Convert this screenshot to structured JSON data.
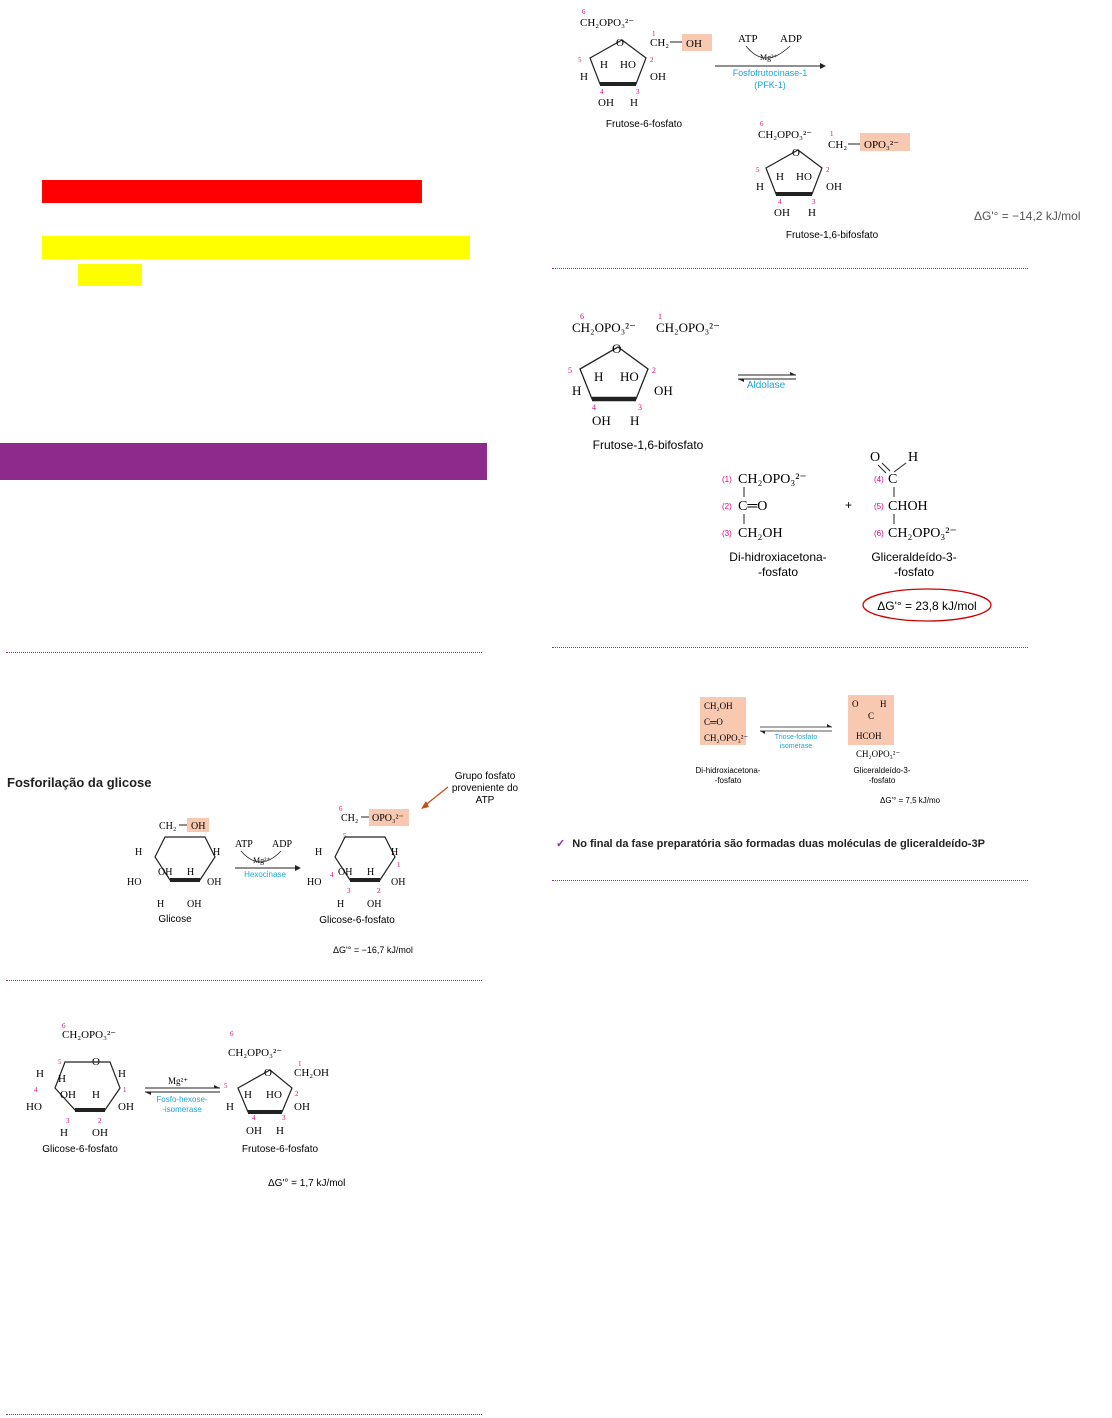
{
  "colors": {
    "red_highlight": "#ff0000",
    "yellow_highlight": "#ffff00",
    "purple_band": "#8e2a8c",
    "pink_box": "#f8c8b0",
    "magenta_num": "#e6007e",
    "cyan_enzyme": "#1aa6d8",
    "arrow_orange": "#c0501a",
    "ellipse_red": "#cc0000"
  },
  "left": {
    "fosforilacao_title": "Fosforilação da glicose",
    "annotation": [
      "Grupo fosfato",
      "proveniente do",
      "ATP"
    ],
    "reaction1": {
      "atp": "ATP",
      "adp": "ADP",
      "mg": "Mg²⁺",
      "enzyme": "Hexocinase",
      "substrate": "Glicose",
      "product": "Glicose-6-fosfato",
      "ch2": "CH₂",
      "oh_box": "OH",
      "opo3_box": "OPO₃²⁻",
      "h": "H",
      "oh": "OH",
      "ho": "HO",
      "o": "O",
      "dg": "ΔG'° = −16,7 kJ/mol"
    },
    "reaction2": {
      "substrate": "Glicose-6-fosfato",
      "product": "Frutose-6-fosfato",
      "mg": "Mg²⁺",
      "enzyme_line1": "Fosfo-hexose-",
      "enzyme_line2": "-isomerase",
      "ch2opo3": "CH₂OPO₃²⁻",
      "ch2oh": "CH₂OH",
      "dg": "ΔG'° = 1,7 kJ/mol"
    }
  },
  "right": {
    "reaction3": {
      "substrate": "Frutose-6-fosfato",
      "product": "Frutose-1,6-bifosfato",
      "atp": "ATP",
      "adp": "ADP",
      "mg": "Mg²⁺",
      "enzyme_line1": "Fosfofrutocinase-1",
      "enzyme_line2": "(PFK-1)",
      "ch2opo3": "CH₂OPO₃²⁻",
      "ch2": "CH₂",
      "oh_box": "OH",
      "opo3_box": "OPO₃²⁻",
      "dg": "ΔG'° = −14,2 kJ/mol"
    },
    "reaction4": {
      "substrate": "Frutose-1,6-bifosfato",
      "enzyme": "Aldolase",
      "dhap_lines": [
        "CH₂OPO₃²⁻",
        "C═O",
        "CH₂OH"
      ],
      "dhap_nums": [
        "(1)",
        "(2)",
        "(3)"
      ],
      "gap_top": [
        "O",
        "H"
      ],
      "gap_lines": [
        "C",
        "CHOH",
        "CH₂OPO₃²⁻"
      ],
      "gap_nums": [
        "(4)",
        "(5)",
        "(6)"
      ],
      "plus": "+",
      "dhap_name_1": "Di-hidroxiacetona-",
      "dhap_name_2": "-fosfato",
      "gap_name_1": "Gliceraldeído-3-",
      "gap_name_2": "-fosfato",
      "dg": "ΔG'° = 23,8 kJ/mol"
    },
    "reaction5": {
      "dhap_lines": [
        "CH₂OH",
        "C═O",
        "CH₂OPO₃²⁻"
      ],
      "gap_lines": [
        "HCOH",
        "CH₂OPO₃²⁻"
      ],
      "gap_top": [
        "O",
        "C",
        "H"
      ],
      "enzyme_line1": "Triose-fosfato",
      "enzyme_line2": "isomerase",
      "dhap_name_1": "Di-hidroxiacetona-",
      "dhap_name_2": "-fosfato",
      "gap_name_1": "Gliceraldeído-3-",
      "gap_name_2": "-fosfato",
      "dg": "ΔG'° = 7,5 kJ/mol"
    },
    "conclusion_check": "✓",
    "conclusion": "No final da fase preparatória são formadas duas moléculas de gliceraldeído-3P"
  }
}
